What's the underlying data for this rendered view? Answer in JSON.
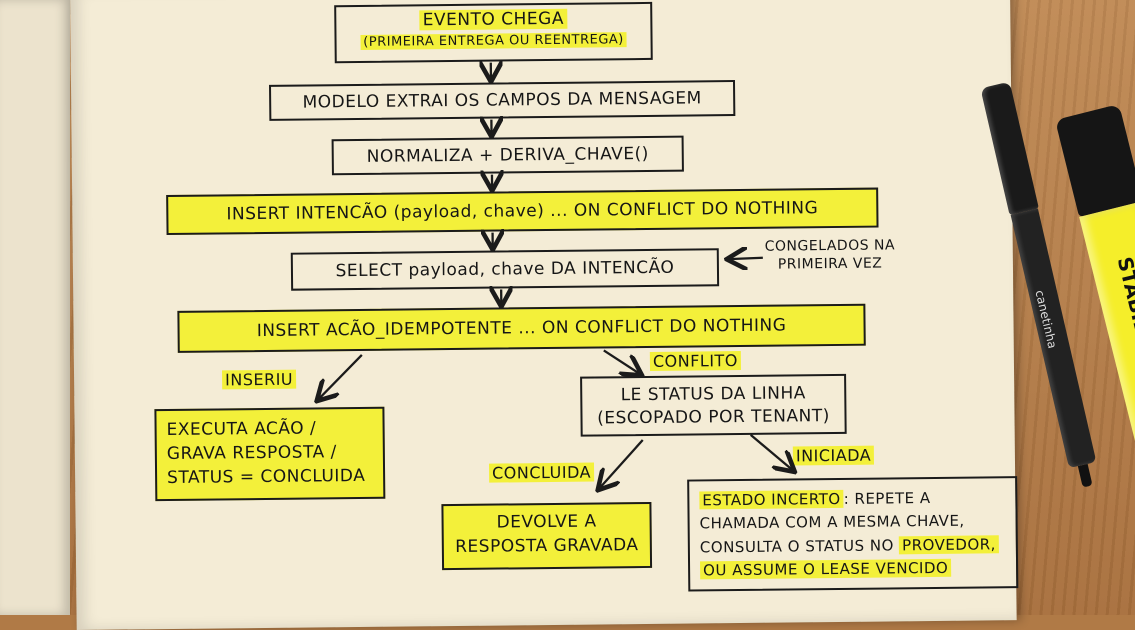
{
  "nodes": {
    "evento_chega": {
      "line1": "EVENTO CHEGA",
      "line2": "(PRIMEIRA ENTREGA OU REENTREGA)"
    },
    "modelo_extrai": "MODELO EXTRAI OS CAMPOS DA MENSAGEM",
    "normaliza": "NORMALIZA + DERIVA_CHAVE()",
    "insert_intencao": "INSERT INTENCÃO (payload, chave) ... ON CONFLICT DO NOTHING",
    "select_payload": "SELECT payload, chave DA INTENCÃO",
    "insert_acao": "INSERT ACÃO_IDEMPOTENTE ... ON CONFLICT DO NOTHING",
    "executa": {
      "line1": "EXECUTA ACÃO /",
      "line2": "GRAVA RESPOSTA /",
      "line3": "STATUS = CONCLUIDA"
    },
    "le_status": {
      "line1": "LE STATUS DA LINHA",
      "line2": "(ESCOPADO POR TENANT)"
    },
    "devolve": {
      "line1": "DEVOLVE A",
      "line2": "RESPOSTA GRAVADA"
    },
    "estado_incerto": {
      "lead": "ESTADO INCERTO",
      "line1_rest": ": REPETE A",
      "line2": "CHAMADA COM A MESMA CHAVE,",
      "line3_a": "CONSULTA O STATUS NO ",
      "line3_b": "PROVEDOR,",
      "line4": "OU ASSUME O LEASE VENCIDO"
    }
  },
  "edge_labels": {
    "inseriu": "INSERIU",
    "conflito": "CONFLITO",
    "concluida": "CONCLUIDA",
    "iniciada": "INICIADA"
  },
  "annotation": {
    "line1": "CONGELADOS NA",
    "line2": "PRIMEIRA VEZ"
  },
  "props": {
    "pen_label": "canetinha",
    "highlighter_label": "STABILO",
    "highlighter_color": "#f5ee2a",
    "pen_color": "#1a1a1a"
  }
}
